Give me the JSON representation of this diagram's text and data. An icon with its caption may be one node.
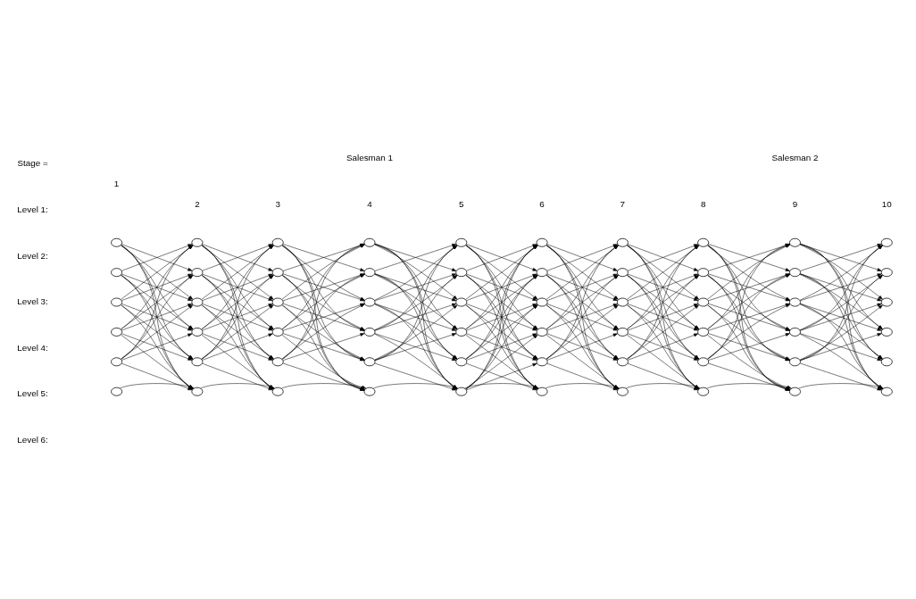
{
  "diagram": {
    "nodes": [
      {
        "text": [],
        "shape": "circle"
      },
      {
        "text": [],
        "shape": "circle"
      },
      {
        "text": [],
        "shape": "circle"
      },
      {
        "text": [],
        "shape": "circle"
      },
      {
        "text": [],
        "shape": "circle"
      },
      {
        "text": [],
        "shape": "circle"
      },
      {
        "text": [],
        "shape": "circle"
      },
      {
        "text": [],
        "shape": "circle"
      },
      {
        "text": [],
        "shape": "circle"
      },
      {
        "text": [],
        "shape": "circle"
      },
      {
        "text": [],
        "shape": "circle"
      },
      {
        "text": [],
        "shape": "circle"
      },
      {
        "text": [],
        "shape": "circle"
      },
      {
        "text": [],
        "shape": "circle"
      },
      {
        "text": [],
        "shape": "circle"
      },
      {
        "text": [],
        "shape": "circle"
      },
      {
        "text": [],
        "shape": "circle"
      },
      {
        "text": [],
        "shape": "circle"
      },
      {
        "text": [],
        "shape": "circle"
      },
      {
        "text": [],
        "shape": "circle"
      },
      {
        "text": [],
        "shape": "circle"
      },
      {
        "text": [],
        "shape": "circle"
      },
      {
        "text": [],
        "shape": "circle"
      },
      {
        "text": [],
        "shape": "circle"
      },
      {
        "text": [],
        "shape": "circle"
      },
      {
        "text": [],
        "shape": "circle"
      },
      {
        "text": [],
        "shape": "circle"
      },
      {
        "text": [],
        "shape": "circle"
      },
      {
        "text": [],
        "shape": "circle"
      },
      {
        "text": [],
        "shape": "circle"
      },
      {
        "text": [],
        "shape": "circle"
      },
      {
        "text": [],
        "shape": "circle"
      },
      {
        "text": [],
        "shape": "circle"
      },
      {
        "text": [],
        "shape": "circle"
      },
      {
        "text": [],
        "shape": "circle"
      },
      {
        "text": [],
        "shape": "circle"
      },
      {
        "text": [],
        "shape": "circle"
      },
      {
        "text": [],
        "shape": "circle"
      },
      {
        "text": [],
        "shape": "circle"
      },
      {
        "text": [],
        "shape": "circle"
      },
      {
        "text": [],
        "shape": "circle"
      },
      {
        "text": [],
        "shape": "circle"
      },
      {
        "text": [],
        "shape": "circle"
      },
      {
        "text": [],
        "shape": "circle"
      },
      {
        "text": [],
        "shape": "circle"
      },
      {
        "text": [],
        "shape": "circle"
      },
      {
        "text": [],
        "shape": "circle"
      },
      {
        "text": [],
        "shape": "circle"
      },
      {
        "text": [],
        "shape": "circle"
      },
      {
        "text": [],
        "shape": "circle"
      },
      {
        "text": [],
        "shape": "circle"
      },
      {
        "text": [],
        "shape": "circle"
      },
      {
        "text": [],
        "shape": "circle"
      },
      {
        "text": [],
        "shape": "circle"
      },
      {
        "text": [],
        "shape": "circle"
      },
      {
        "text": [],
        "shape": "circle"
      },
      {
        "text": [],
        "shape": "circle"
      },
      {
        "text": [],
        "shape": "circle"
      },
      {
        "text": [],
        "shape": "circle"
      },
      {
        "text": [],
        "shape": "circle"
      }
    ],
    "edges": [
      {
        "from": 0,
        "to": 7,
        "arrow": "to"
      },
      {
        "from": 0,
        "to": 8,
        "arrow": "to"
      },
      {
        "from": 0,
        "to": 9,
        "arrow": "to"
      },
      {
        "from": 0,
        "to": 10,
        "arrow": "to"
      },
      {
        "from": 0,
        "to": 11,
        "arrow": "to"
      },
      {
        "from": 1,
        "to": 6,
        "arrow": "to"
      },
      {
        "from": 1,
        "to": 8,
        "arrow": "to"
      },
      {
        "from": 1,
        "to": 9,
        "arrow": "to"
      },
      {
        "from": 1,
        "to": 10,
        "arrow": "to"
      },
      {
        "from": 1,
        "to": 11,
        "arrow": "to"
      },
      {
        "from": 2,
        "to": 6,
        "arrow": "to"
      },
      {
        "from": 2,
        "to": 7,
        "arrow": "to"
      },
      {
        "from": 2,
        "to": 9,
        "arrow": "to"
      },
      {
        "from": 2,
        "to": 10,
        "arrow": "to"
      },
      {
        "from": 2,
        "to": 11,
        "arrow": "to"
      },
      {
        "from": 3,
        "to": 6,
        "arrow": "to"
      },
      {
        "from": 3,
        "to": 7,
        "arrow": "to"
      },
      {
        "from": 3,
        "to": 8,
        "arrow": "to"
      },
      {
        "from": 3,
        "to": 10,
        "arrow": "to"
      },
      {
        "from": 3,
        "to": 11,
        "arrow": "to"
      },
      {
        "from": 4,
        "to": 6,
        "arrow": "to"
      },
      {
        "from": 4,
        "to": 7,
        "arrow": "to"
      },
      {
        "from": 4,
        "to": 8,
        "arrow": "to"
      },
      {
        "from": 4,
        "to": 9,
        "arrow": "to"
      },
      {
        "from": 4,
        "to": 11,
        "arrow": "to"
      },
      {
        "from": 5,
        "to": 11,
        "arrow": "to"
      },
      {
        "from": 6,
        "to": 13,
        "arrow": "to"
      },
      {
        "from": 6,
        "to": 14,
        "arrow": "to"
      },
      {
        "from": 6,
        "to": 15,
        "arrow": "to"
      },
      {
        "from": 6,
        "to": 16,
        "arrow": "to"
      },
      {
        "from": 6,
        "to": 17,
        "arrow": "to"
      },
      {
        "from": 7,
        "to": 12,
        "arrow": "to"
      },
      {
        "from": 7,
        "to": 14,
        "arrow": "to"
      },
      {
        "from": 7,
        "to": 15,
        "arrow": "to"
      },
      {
        "from": 7,
        "to": 16,
        "arrow": "to"
      },
      {
        "from": 7,
        "to": 17,
        "arrow": "to"
      },
      {
        "from": 8,
        "to": 12,
        "arrow": "to"
      },
      {
        "from": 8,
        "to": 13,
        "arrow": "to"
      },
      {
        "from": 8,
        "to": 15,
        "arrow": "to"
      },
      {
        "from": 8,
        "to": 16,
        "arrow": "to"
      },
      {
        "from": 8,
        "to": 17,
        "arrow": "to"
      },
      {
        "from": 9,
        "to": 12,
        "arrow": "to"
      },
      {
        "from": 9,
        "to": 13,
        "arrow": "to"
      },
      {
        "from": 9,
        "to": 14,
        "arrow": "to"
      },
      {
        "from": 9,
        "to": 16,
        "arrow": "to"
      },
      {
        "from": 9,
        "to": 17,
        "arrow": "to"
      },
      {
        "from": 10,
        "to": 12,
        "arrow": "to"
      },
      {
        "from": 10,
        "to": 13,
        "arrow": "to"
      },
      {
        "from": 10,
        "to": 14,
        "arrow": "to"
      },
      {
        "from": 10,
        "to": 15,
        "arrow": "to"
      },
      {
        "from": 10,
        "to": 17,
        "arrow": "to"
      },
      {
        "from": 11,
        "to": 17,
        "arrow": "to"
      },
      {
        "from": 12,
        "to": 19,
        "arrow": "to"
      },
      {
        "from": 12,
        "to": 20,
        "arrow": "to"
      },
      {
        "from": 12,
        "to": 21,
        "arrow": "to"
      },
      {
        "from": 12,
        "to": 22,
        "arrow": "to"
      },
      {
        "from": 12,
        "to": 23,
        "arrow": "to"
      },
      {
        "from": 13,
        "to": 18,
        "arrow": "to"
      },
      {
        "from": 13,
        "to": 20,
        "arrow": "to"
      },
      {
        "from": 13,
        "to": 21,
        "arrow": "to"
      },
      {
        "from": 13,
        "to": 22,
        "arrow": "to"
      },
      {
        "from": 13,
        "to": 23,
        "arrow": "to"
      },
      {
        "from": 14,
        "to": 18,
        "arrow": "to"
      },
      {
        "from": 14,
        "to": 19,
        "arrow": "to"
      },
      {
        "from": 14,
        "to": 21,
        "arrow": "to"
      },
      {
        "from": 14,
        "to": 22,
        "arrow": "to"
      },
      {
        "from": 14,
        "to": 23,
        "arrow": "to"
      },
      {
        "from": 15,
        "to": 18,
        "arrow": "to"
      },
      {
        "from": 15,
        "to": 19,
        "arrow": "to"
      },
      {
        "from": 15,
        "to": 20,
        "arrow": "to"
      },
      {
        "from": 15,
        "to": 22,
        "arrow": "to"
      },
      {
        "from": 15,
        "to": 23,
        "arrow": "to"
      },
      {
        "from": 16,
        "to": 18,
        "arrow": "to"
      },
      {
        "from": 16,
        "to": 19,
        "arrow": "to"
      },
      {
        "from": 16,
        "to": 20,
        "arrow": "to"
      },
      {
        "from": 16,
        "to": 21,
        "arrow": "to"
      },
      {
        "from": 16,
        "to": 23,
        "arrow": "to"
      },
      {
        "from": 17,
        "to": 23,
        "arrow": "to"
      },
      {
        "from": 18,
        "to": 25,
        "arrow": "to"
      },
      {
        "from": 18,
        "to": 26,
        "arrow": "to"
      },
      {
        "from": 18,
        "to": 27,
        "arrow": "to"
      },
      {
        "from": 18,
        "to": 28,
        "arrow": "to"
      },
      {
        "from": 18,
        "to": 29,
        "arrow": "to"
      },
      {
        "from": 19,
        "to": 24,
        "arrow": "to"
      },
      {
        "from": 19,
        "to": 26,
        "arrow": "to"
      },
      {
        "from": 19,
        "to": 27,
        "arrow": "to"
      },
      {
        "from": 19,
        "to": 28,
        "arrow": "to"
      },
      {
        "from": 19,
        "to": 29,
        "arrow": "to"
      },
      {
        "from": 20,
        "to": 24,
        "arrow": "to"
      },
      {
        "from": 20,
        "to": 25,
        "arrow": "to"
      },
      {
        "from": 20,
        "to": 27,
        "arrow": "to"
      },
      {
        "from": 20,
        "to": 28,
        "arrow": "to"
      },
      {
        "from": 20,
        "to": 29,
        "arrow": "to"
      },
      {
        "from": 21,
        "to": 24,
        "arrow": "to"
      },
      {
        "from": 21,
        "to": 25,
        "arrow": "to"
      },
      {
        "from": 21,
        "to": 26,
        "arrow": "to"
      },
      {
        "from": 21,
        "to": 28,
        "arrow": "to"
      },
      {
        "from": 21,
        "to": 29,
        "arrow": "to"
      },
      {
        "from": 22,
        "to": 24,
        "arrow": "to"
      },
      {
        "from": 22,
        "to": 25,
        "arrow": "to"
      },
      {
        "from": 22,
        "to": 26,
        "arrow": "to"
      },
      {
        "from": 22,
        "to": 27,
        "arrow": "to"
      },
      {
        "from": 22,
        "to": 29,
        "arrow": "to"
      },
      {
        "from": 23,
        "to": 29,
        "arrow": "to"
      },
      {
        "from": 24,
        "to": 31,
        "arrow": "to"
      },
      {
        "from": 24,
        "to": 32,
        "arrow": "to"
      },
      {
        "from": 24,
        "to": 33,
        "arrow": "to"
      },
      {
        "from": 24,
        "to": 34,
        "arrow": "to"
      },
      {
        "from": 24,
        "to": 35,
        "arrow": "to"
      },
      {
        "from": 25,
        "to": 30,
        "arrow": "to"
      },
      {
        "from": 25,
        "to": 32,
        "arrow": "to"
      },
      {
        "from": 25,
        "to": 33,
        "arrow": "to"
      },
      {
        "from": 25,
        "to": 34,
        "arrow": "to"
      },
      {
        "from": 25,
        "to": 35,
        "arrow": "to"
      },
      {
        "from": 26,
        "to": 30,
        "arrow": "to"
      },
      {
        "from": 26,
        "to": 31,
        "arrow": "to"
      },
      {
        "from": 26,
        "to": 33,
        "arrow": "to"
      },
      {
        "from": 26,
        "to": 34,
        "arrow": "to"
      },
      {
        "from": 26,
        "to": 35,
        "arrow": "to"
      },
      {
        "from": 27,
        "to": 30,
        "arrow": "to"
      },
      {
        "from": 27,
        "to": 31,
        "arrow": "to"
      },
      {
        "from": 27,
        "to": 32,
        "arrow": "to"
      },
      {
        "from": 27,
        "to": 34,
        "arrow": "to"
      },
      {
        "from": 27,
        "to": 35,
        "arrow": "to"
      },
      {
        "from": 28,
        "to": 30,
        "arrow": "to"
      },
      {
        "from": 28,
        "to": 31,
        "arrow": "to"
      },
      {
        "from": 28,
        "to": 32,
        "arrow": "to"
      },
      {
        "from": 28,
        "to": 33,
        "arrow": "to"
      },
      {
        "from": 28,
        "to": 35,
        "arrow": "to"
      },
      {
        "from": 29,
        "to": 30,
        "arrow": "to"
      },
      {
        "from": 29,
        "to": 31,
        "arrow": "to"
      },
      {
        "from": 29,
        "to": 32,
        "arrow": "to"
      },
      {
        "from": 29,
        "to": 33,
        "arrow": "to"
      },
      {
        "from": 29,
        "to": 34,
        "arrow": "to"
      },
      {
        "from": 29,
        "to": 35,
        "arrow": "to"
      },
      {
        "from": 30,
        "to": 37,
        "arrow": "to"
      },
      {
        "from": 30,
        "to": 38,
        "arrow": "to"
      },
      {
        "from": 30,
        "to": 39,
        "arrow": "to"
      },
      {
        "from": 30,
        "to": 40,
        "arrow": "to"
      },
      {
        "from": 30,
        "to": 41,
        "arrow": "to"
      },
      {
        "from": 31,
        "to": 36,
        "arrow": "to"
      },
      {
        "from": 31,
        "to": 38,
        "arrow": "to"
      },
      {
        "from": 31,
        "to": 39,
        "arrow": "to"
      },
      {
        "from": 31,
        "to": 40,
        "arrow": "to"
      },
      {
        "from": 31,
        "to": 41,
        "arrow": "to"
      },
      {
        "from": 32,
        "to": 36,
        "arrow": "to"
      },
      {
        "from": 32,
        "to": 37,
        "arrow": "to"
      },
      {
        "from": 32,
        "to": 39,
        "arrow": "to"
      },
      {
        "from": 32,
        "to": 40,
        "arrow": "to"
      },
      {
        "from": 32,
        "to": 41,
        "arrow": "to"
      },
      {
        "from": 33,
        "to": 36,
        "arrow": "to"
      },
      {
        "from": 33,
        "to": 37,
        "arrow": "to"
      },
      {
        "from": 33,
        "to": 38,
        "arrow": "to"
      },
      {
        "from": 33,
        "to": 40,
        "arrow": "to"
      },
      {
        "from": 33,
        "to": 41,
        "arrow": "to"
      },
      {
        "from": 34,
        "to": 36,
        "arrow": "to"
      },
      {
        "from": 34,
        "to": 37,
        "arrow": "to"
      },
      {
        "from": 34,
        "to": 38,
        "arrow": "to"
      },
      {
        "from": 34,
        "to": 39,
        "arrow": "to"
      },
      {
        "from": 34,
        "to": 41,
        "arrow": "to"
      },
      {
        "from": 35,
        "to": 41,
        "arrow": "to"
      },
      {
        "from": 36,
        "to": 43,
        "arrow": "to"
      },
      {
        "from": 36,
        "to": 44,
        "arrow": "to"
      },
      {
        "from": 36,
        "to": 45,
        "arrow": "to"
      },
      {
        "from": 36,
        "to": 46,
        "arrow": "to"
      },
      {
        "from": 36,
        "to": 47,
        "arrow": "to"
      },
      {
        "from": 37,
        "to": 42,
        "arrow": "to"
      },
      {
        "from": 37,
        "to": 44,
        "arrow": "to"
      },
      {
        "from": 37,
        "to": 45,
        "arrow": "to"
      },
      {
        "from": 37,
        "to": 46,
        "arrow": "to"
      },
      {
        "from": 37,
        "to": 47,
        "arrow": "to"
      },
      {
        "from": 38,
        "to": 42,
        "arrow": "to"
      },
      {
        "from": 38,
        "to": 43,
        "arrow": "to"
      },
      {
        "from": 38,
        "to": 45,
        "arrow": "to"
      },
      {
        "from": 38,
        "to": 46,
        "arrow": "to"
      },
      {
        "from": 38,
        "to": 47,
        "arrow": "to"
      },
      {
        "from": 39,
        "to": 42,
        "arrow": "to"
      },
      {
        "from": 39,
        "to": 43,
        "arrow": "to"
      },
      {
        "from": 39,
        "to": 44,
        "arrow": "to"
      },
      {
        "from": 39,
        "to": 46,
        "arrow": "to"
      },
      {
        "from": 39,
        "to": 47,
        "arrow": "to"
      },
      {
        "from": 40,
        "to": 42,
        "arrow": "to"
      },
      {
        "from": 40,
        "to": 43,
        "arrow": "to"
      },
      {
        "from": 40,
        "to": 44,
        "arrow": "to"
      },
      {
        "from": 40,
        "to": 45,
        "arrow": "to"
      },
      {
        "from": 40,
        "to": 47,
        "arrow": "to"
      },
      {
        "from": 41,
        "to": 47,
        "arrow": "to"
      },
      {
        "from": 42,
        "to": 49,
        "arrow": "to"
      },
      {
        "from": 42,
        "to": 50,
        "arrow": "to"
      },
      {
        "from": 42,
        "to": 51,
        "arrow": "to"
      },
      {
        "from": 42,
        "to": 52,
        "arrow": "to"
      },
      {
        "from": 42,
        "to": 53,
        "arrow": "to"
      },
      {
        "from": 43,
        "to": 48,
        "arrow": "to"
      },
      {
        "from": 43,
        "to": 50,
        "arrow": "to"
      },
      {
        "from": 43,
        "to": 51,
        "arrow": "to"
      },
      {
        "from": 43,
        "to": 52,
        "arrow": "to"
      },
      {
        "from": 43,
        "to": 53,
        "arrow": "to"
      },
      {
        "from": 44,
        "to": 48,
        "arrow": "to"
      },
      {
        "from": 44,
        "to": 49,
        "arrow": "to"
      },
      {
        "from": 44,
        "to": 51,
        "arrow": "to"
      },
      {
        "from": 44,
        "to": 52,
        "arrow": "to"
      },
      {
        "from": 44,
        "to": 53,
        "arrow": "to"
      },
      {
        "from": 45,
        "to": 48,
        "arrow": "to"
      },
      {
        "from": 45,
        "to": 49,
        "arrow": "to"
      },
      {
        "from": 45,
        "to": 50,
        "arrow": "to"
      },
      {
        "from": 45,
        "to": 52,
        "arrow": "to"
      },
      {
        "from": 45,
        "to": 53,
        "arrow": "to"
      },
      {
        "from": 46,
        "to": 48,
        "arrow": "to"
      },
      {
        "from": 46,
        "to": 49,
        "arrow": "to"
      },
      {
        "from": 46,
        "to": 50,
        "arrow": "to"
      },
      {
        "from": 46,
        "to": 51,
        "arrow": "to"
      },
      {
        "from": 46,
        "to": 53,
        "arrow": "to"
      },
      {
        "from": 47,
        "to": 53,
        "arrow": "to"
      },
      {
        "from": 48,
        "to": 55,
        "arrow": "to"
      },
      {
        "from": 48,
        "to": 56,
        "arrow": "to"
      },
      {
        "from": 48,
        "to": 57,
        "arrow": "to"
      },
      {
        "from": 48,
        "to": 58,
        "arrow": "to"
      },
      {
        "from": 48,
        "to": 59,
        "arrow": "to"
      },
      {
        "from": 49,
        "to": 54,
        "arrow": "to"
      },
      {
        "from": 49,
        "to": 56,
        "arrow": "to"
      },
      {
        "from": 49,
        "to": 57,
        "arrow": "to"
      },
      {
        "from": 49,
        "to": 58,
        "arrow": "to"
      },
      {
        "from": 49,
        "to": 59,
        "arrow": "to"
      },
      {
        "from": 50,
        "to": 54,
        "arrow": "to"
      },
      {
        "from": 50,
        "to": 55,
        "arrow": "to"
      },
      {
        "from": 50,
        "to": 57,
        "arrow": "to"
      },
      {
        "from": 50,
        "to": 58,
        "arrow": "to"
      },
      {
        "from": 50,
        "to": 59,
        "arrow": "to"
      },
      {
        "from": 51,
        "to": 54,
        "arrow": "to"
      },
      {
        "from": 51,
        "to": 55,
        "arrow": "to"
      },
      {
        "from": 51,
        "to": 56,
        "arrow": "to"
      },
      {
        "from": 51,
        "to": 58,
        "arrow": "to"
      },
      {
        "from": 51,
        "to": 59,
        "arrow": "to"
      },
      {
        "from": 52,
        "to": 54,
        "arrow": "to"
      },
      {
        "from": 52,
        "to": 55,
        "arrow": "to"
      },
      {
        "from": 52,
        "to": 56,
        "arrow": "to"
      },
      {
        "from": 52,
        "to": 57,
        "arrow": "to"
      },
      {
        "from": 52,
        "to": 59,
        "arrow": "to"
      },
      {
        "from": 53,
        "to": 59,
        "arrow": "to"
      }
    ],
    "labels": [
      "Salesman 1",
      "Salesman 2",
      "Stage =",
      "1",
      "2",
      "3",
      "4",
      "5",
      "6",
      "7",
      "8",
      "9",
      "10",
      "Level 1:",
      "Level 2:",
      "Level 3:",
      "Level 4:",
      "Level 5:",
      "Level 6:"
    ]
  }
}
